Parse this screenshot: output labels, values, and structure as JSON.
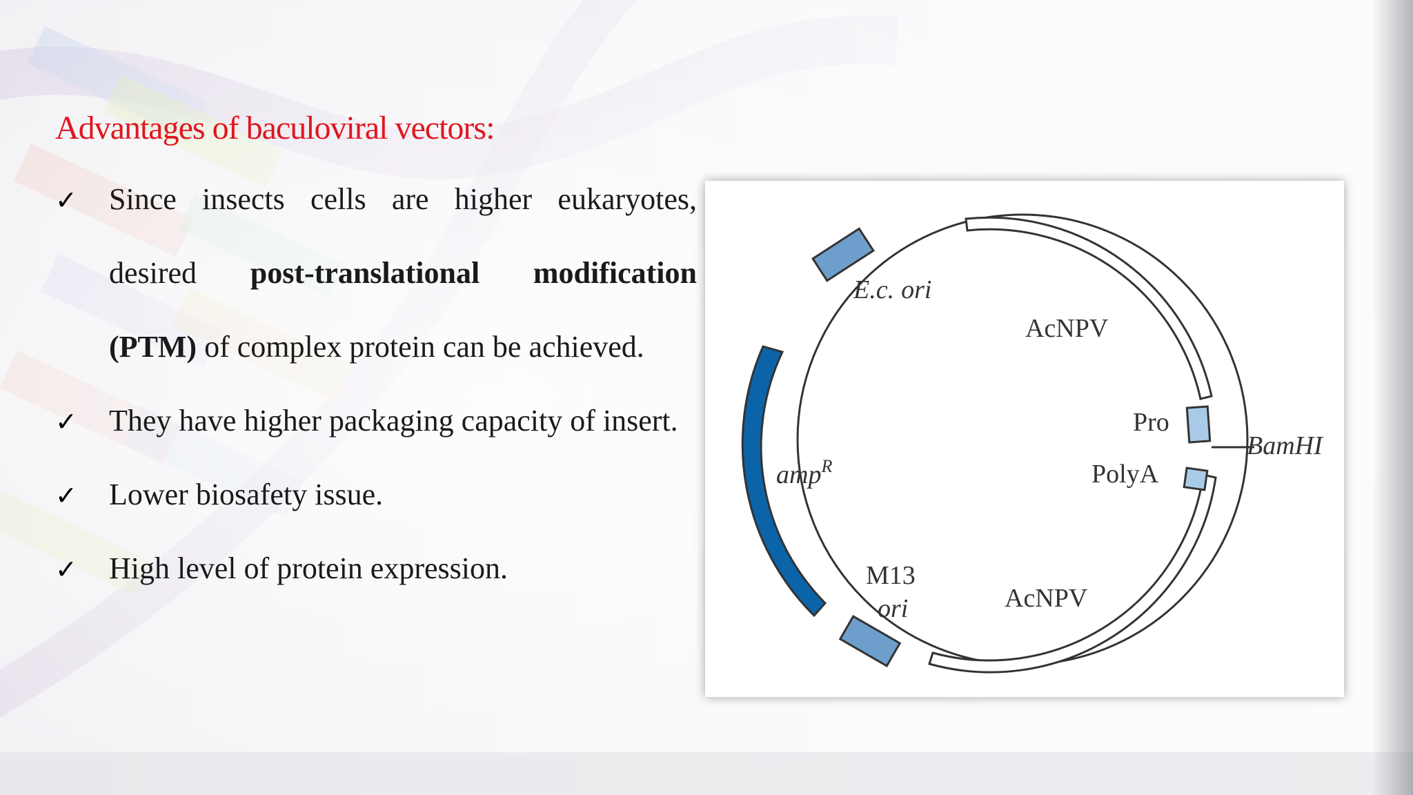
{
  "slide": {
    "title": "Advantages of baculoviral vectors:",
    "bullets": [
      {
        "text_before": "Since insects cells are higher eukaryotes, desired ",
        "bold": "post-translational modification (PTM)",
        "text_after": " of complex protein can be achieved."
      },
      {
        "text": "They have higher packaging capacity of insert."
      },
      {
        "text": "Lower biosafety issue."
      },
      {
        "text": "High level of protein expression."
      }
    ],
    "check_glyph": "✓"
  },
  "diagram": {
    "labels": {
      "ec_ori_1": "E.c.",
      "ec_ori_2": "ori",
      "acnpv_top": "AcNPV",
      "pro": "Pro",
      "bamhi": "BamHI",
      "polya": "PolyA",
      "amp": "amp",
      "amp_sup": "R",
      "m13": "M13",
      "m13_ori": "ori",
      "acnpv_bottom": "AcNPV"
    },
    "colors": {
      "title_red": "#e0161f",
      "amp_blue": "#0b64a8",
      "light_blue": "#6e9fcc",
      "pale_blue": "#a9cbe8",
      "outline": "#333333"
    }
  }
}
